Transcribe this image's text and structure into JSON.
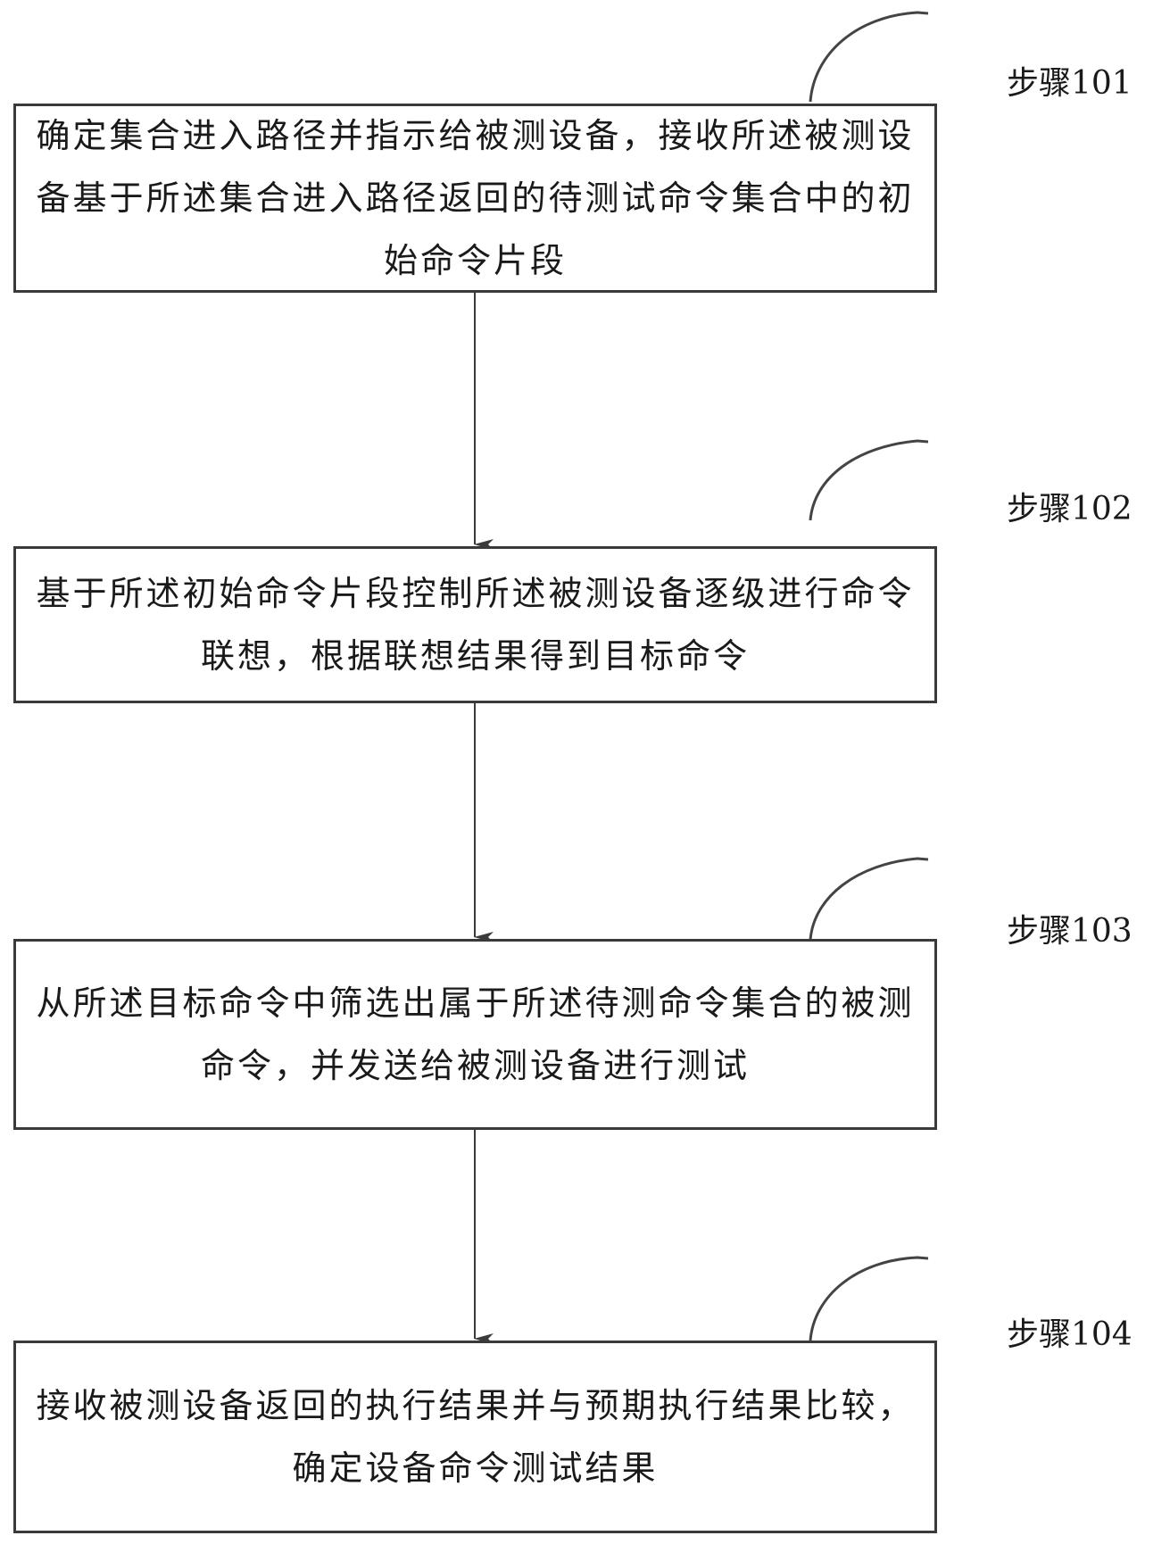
{
  "steps": [
    {
      "label": "步骤101",
      "text": "确定集合进入路径并指示给被测设备，接收所述被测设备基于所述集合进入路径返回的待测试命令集合中的初始命令片段"
    },
    {
      "label": "步骤102",
      "text": "基于所述初始命令片段控制所述被测设备逐级进行命令联想，根据联想结果得到目标命令"
    },
    {
      "label": "步骤103",
      "text": "从所述目标命令中筛选出属于所述待测命令集合的被测命令，并发送给被测设备进行测试"
    },
    {
      "label": "步骤104",
      "text": "接收被测设备返回的执行结果并与预期执行结果比较，确定设备命令测试结果"
    }
  ],
  "colors": {
    "line": "#3a3a3a",
    "text": "#1a1a1a"
  }
}
